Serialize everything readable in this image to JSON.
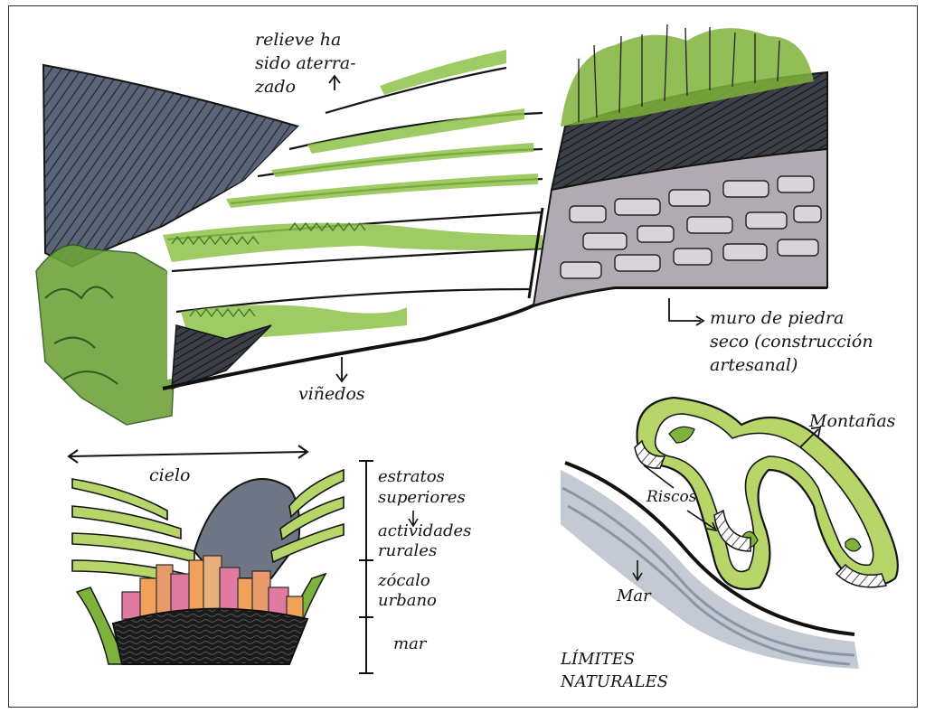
{
  "colors": {
    "ink": "#151515",
    "green": "#7fb23a",
    "light_green": "#b7d66a",
    "dark_green": "#3f7a2a",
    "slate": "#5a6578",
    "grey_wall": "#a9a3ab",
    "sea": "#8b97a6",
    "town_orange": "#f0a25a",
    "town_pink": "#e07aa0"
  },
  "annotations": {
    "relieve": [
      "relieve ha",
      "sido aterra-",
      "zado"
    ],
    "muro": [
      "muro de piedra",
      "seco (construcción",
      "artesanal)"
    ],
    "vinedos": "viñedos",
    "cielo": "cielo",
    "strata": [
      "estratos",
      "superiores",
      "actividades",
      "rurales",
      "zócalo",
      "urbano",
      "mar"
    ],
    "montanas": "Montañas",
    "riscos": "Riscos",
    "mar": "Mar",
    "limites": [
      "LÍMITES",
      "NATURALES"
    ]
  }
}
